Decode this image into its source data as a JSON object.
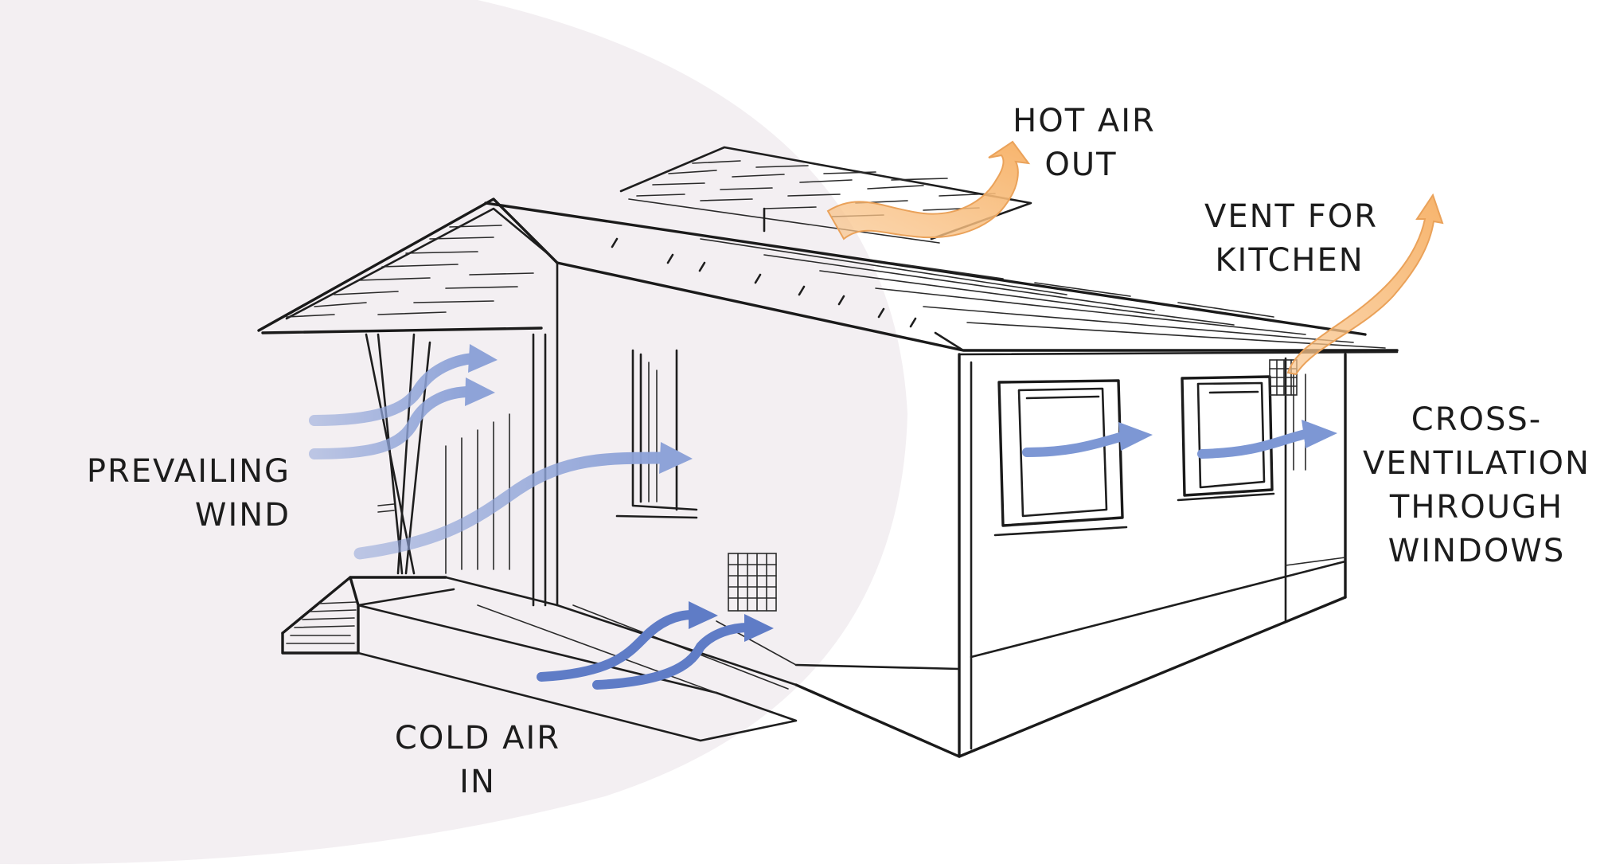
{
  "diagram": {
    "labels": {
      "hot_air_line1": "HOT AIR",
      "hot_air_line2": "OUT",
      "vent_line1": "VENT FOR",
      "vent_line2": "KITCHEN",
      "wind_line1": "PREVAILING",
      "wind_line2": "WIND",
      "cross_line1": "CROSS-",
      "cross_line2": "VENTILATION",
      "cross_line3": "THROUGH",
      "cross_line4": "WINDOWS",
      "cold_line1": "COLD AIR",
      "cold_line2": "IN"
    },
    "colors": {
      "shade": "#f3eff2",
      "wind_arrow": "#8ea3d8",
      "cold_arrow": "#5f7cc6",
      "cross_arrow": "#7d97d4",
      "hot_arrow_fill": "#f9c68e",
      "hot_arrow_stroke": "#eaa25a"
    }
  }
}
